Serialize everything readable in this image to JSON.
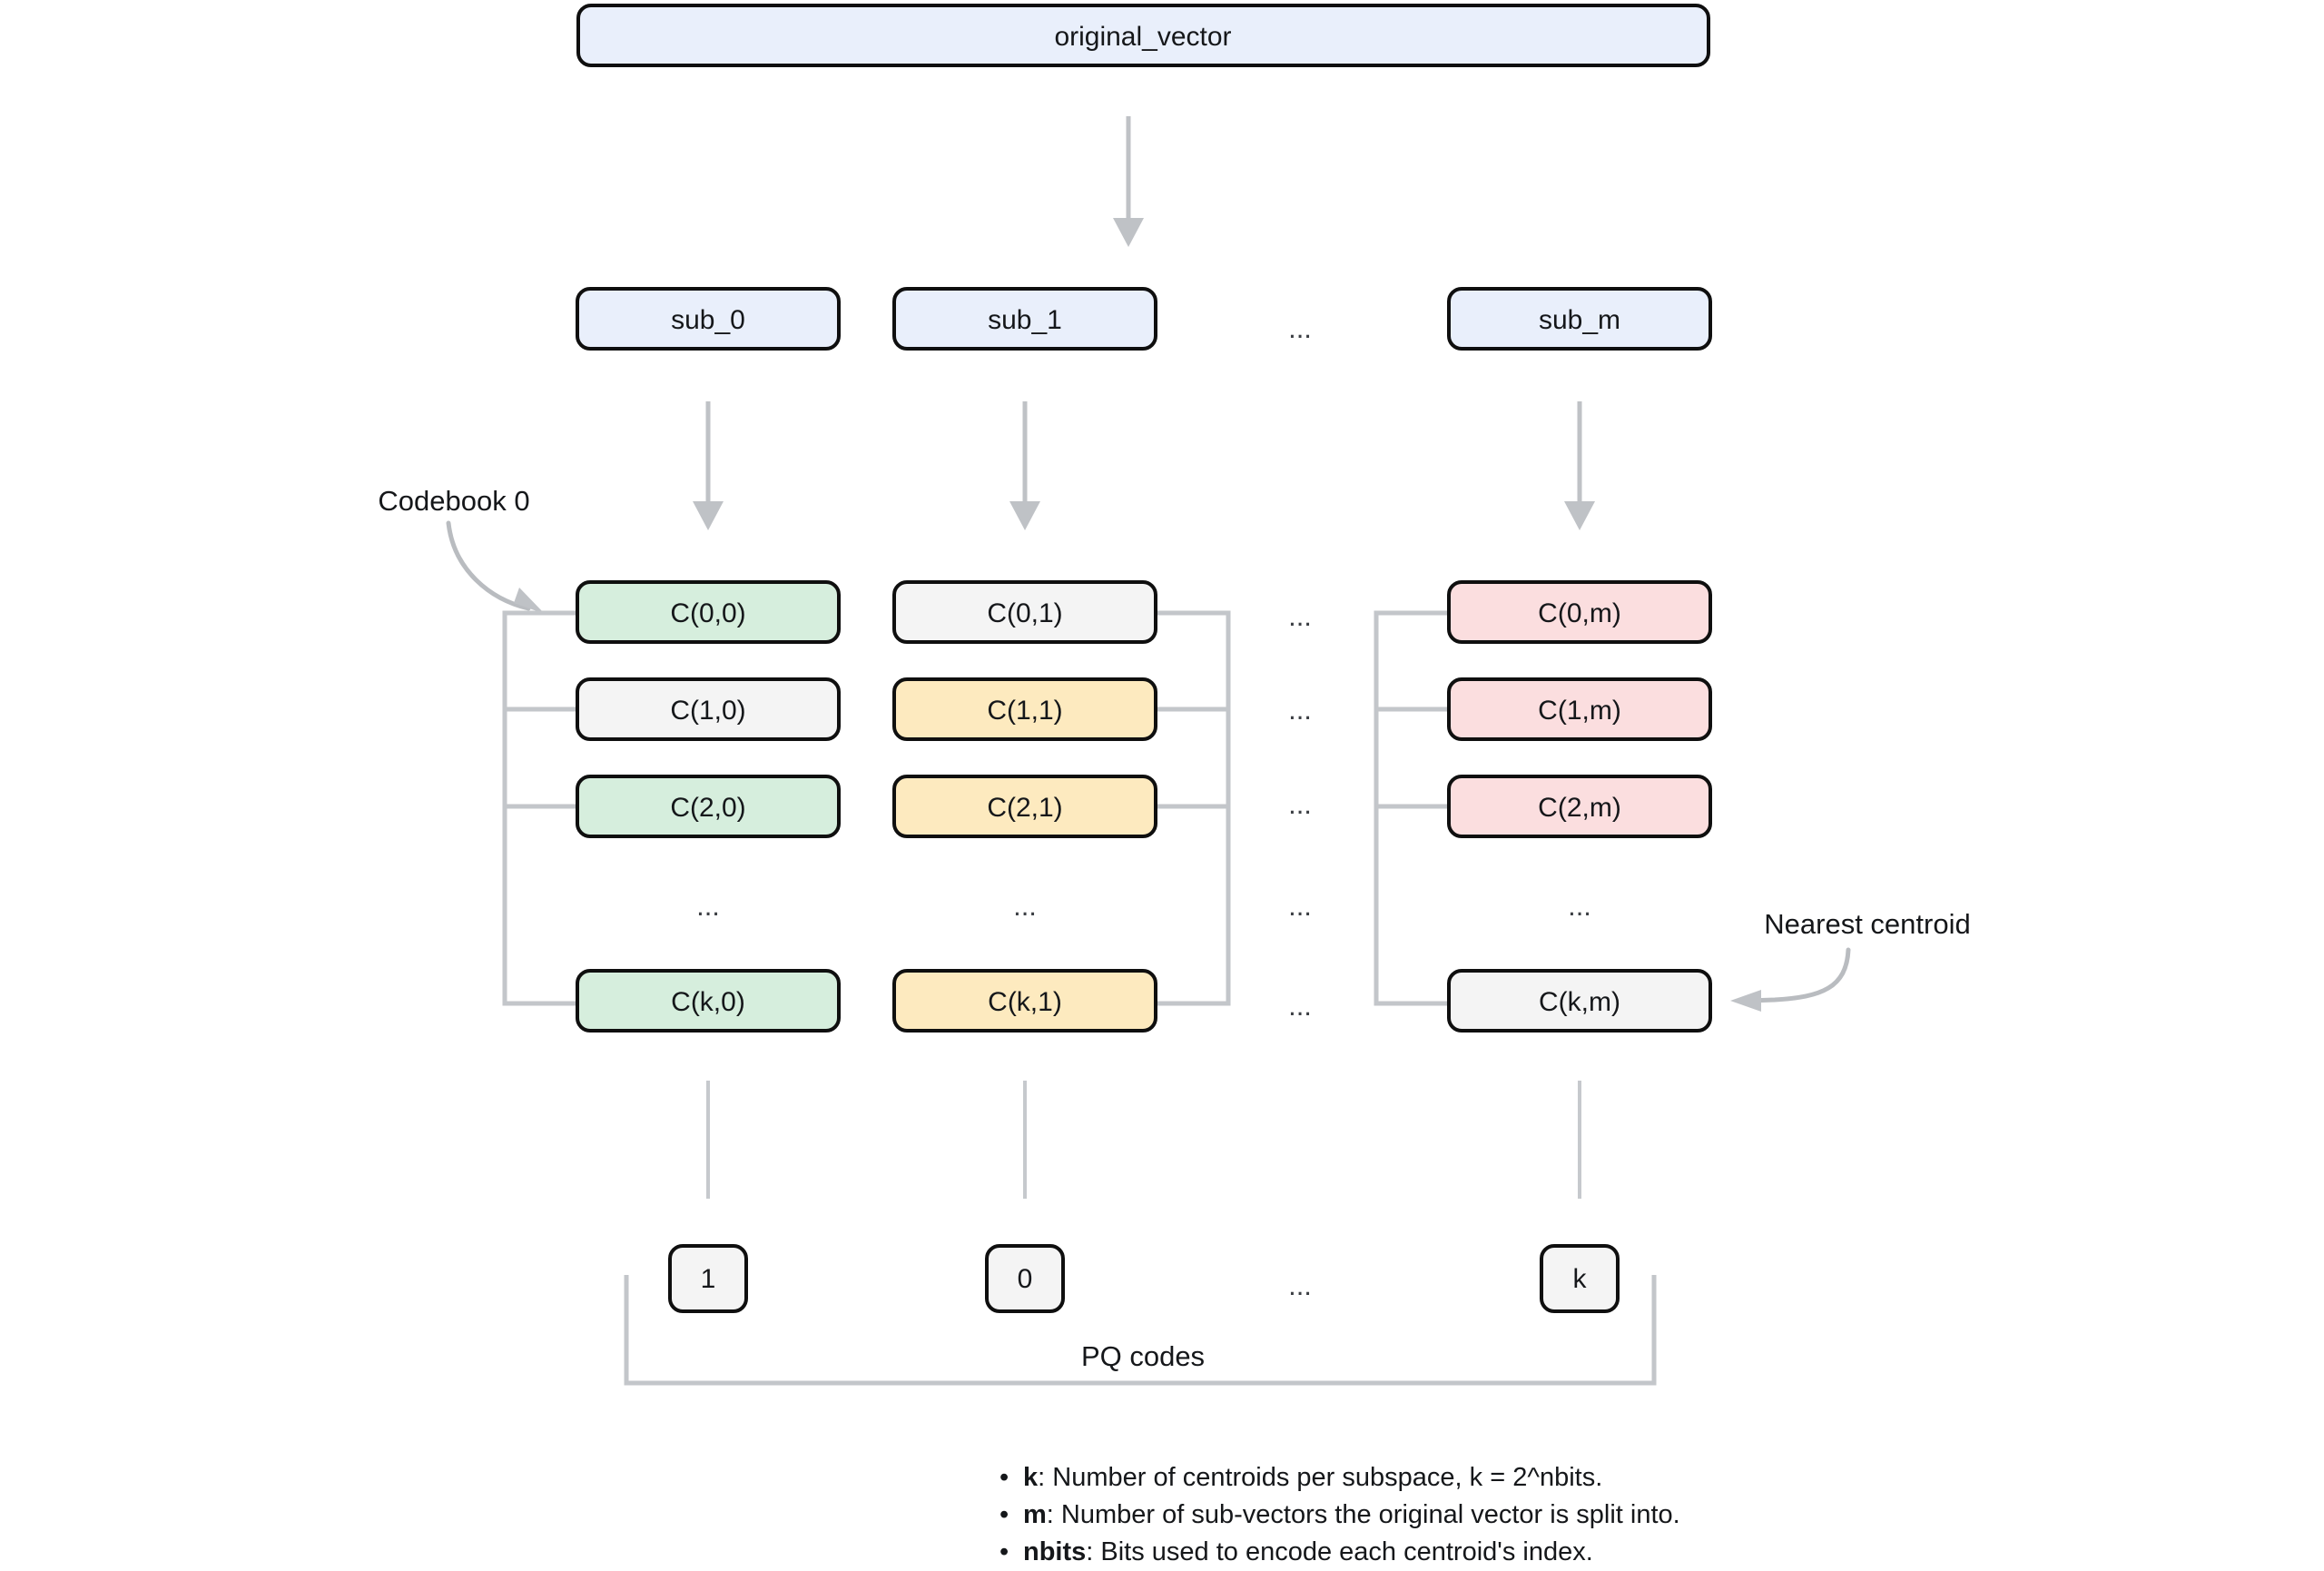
{
  "diagram": {
    "title_node": {
      "label": "original_vector"
    },
    "subvectors": {
      "items": [
        {
          "label": "sub_0"
        },
        {
          "label": "sub_1"
        },
        {
          "label": "sub_m"
        }
      ],
      "ellipsis": "..."
    },
    "codebooks": {
      "columns": [
        {
          "name": "codebook-0",
          "cells": [
            {
              "label": "C(0,0)",
              "fill": "#d6eedd"
            },
            {
              "label": "C(1,0)",
              "fill": "#f4f4f4"
            },
            {
              "label": "C(2,0)",
              "fill": "#d6eedd"
            },
            {
              "label": "...",
              "fill": "none"
            },
            {
              "label": "C(k,0)",
              "fill": "#d6eedd"
            }
          ]
        },
        {
          "name": "codebook-1",
          "cells": [
            {
              "label": "C(0,1)",
              "fill": "#f4f4f4"
            },
            {
              "label": "C(1,1)",
              "fill": "#fdeabf"
            },
            {
              "label": "C(2,1)",
              "fill": "#fdeabf"
            },
            {
              "label": "...",
              "fill": "none"
            },
            {
              "label": "C(k,1)",
              "fill": "#fdeabf"
            }
          ]
        },
        {
          "name": "codebook-m",
          "cells": [
            {
              "label": "C(0,m)",
              "fill": "#fbdedf"
            },
            {
              "label": "C(1,m)",
              "fill": "#fbdedf"
            },
            {
              "label": "C(2,m)",
              "fill": "#fbdedf"
            },
            {
              "label": "...",
              "fill": "none"
            },
            {
              "label": "C(k,m)",
              "fill": "#f4f4f4"
            }
          ]
        }
      ],
      "gap_ellipses": [
        "...",
        "...",
        "...",
        "...",
        "..."
      ]
    },
    "annotations": {
      "codebook_callout": "Codebook 0",
      "nearest_centroid_callout": "Nearest centroid"
    },
    "pq_codes": {
      "items": [
        {
          "label": "1"
        },
        {
          "label": "0"
        },
        {
          "label": "k"
        }
      ],
      "ellipsis": "...",
      "bracket_label": "PQ codes"
    },
    "legend": {
      "items": [
        {
          "term": "k",
          "text": ": Number of centroids per subspace, k = 2^nbits."
        },
        {
          "term": "m",
          "text": ": Number of sub-vectors the original vector is split into."
        },
        {
          "term": "nbits",
          "text": ": Bits used to encode each centroid's index."
        }
      ],
      "bullet": "•"
    },
    "colors": {
      "vector_fill": "#e9effb",
      "green_fill": "#d6eedd",
      "grey_fill": "#f4f4f4",
      "yellow_fill": "#fdeabf",
      "pink_fill": "#fbdedf",
      "border": "#0f0f0f",
      "connector": "#c3c6ca"
    }
  }
}
